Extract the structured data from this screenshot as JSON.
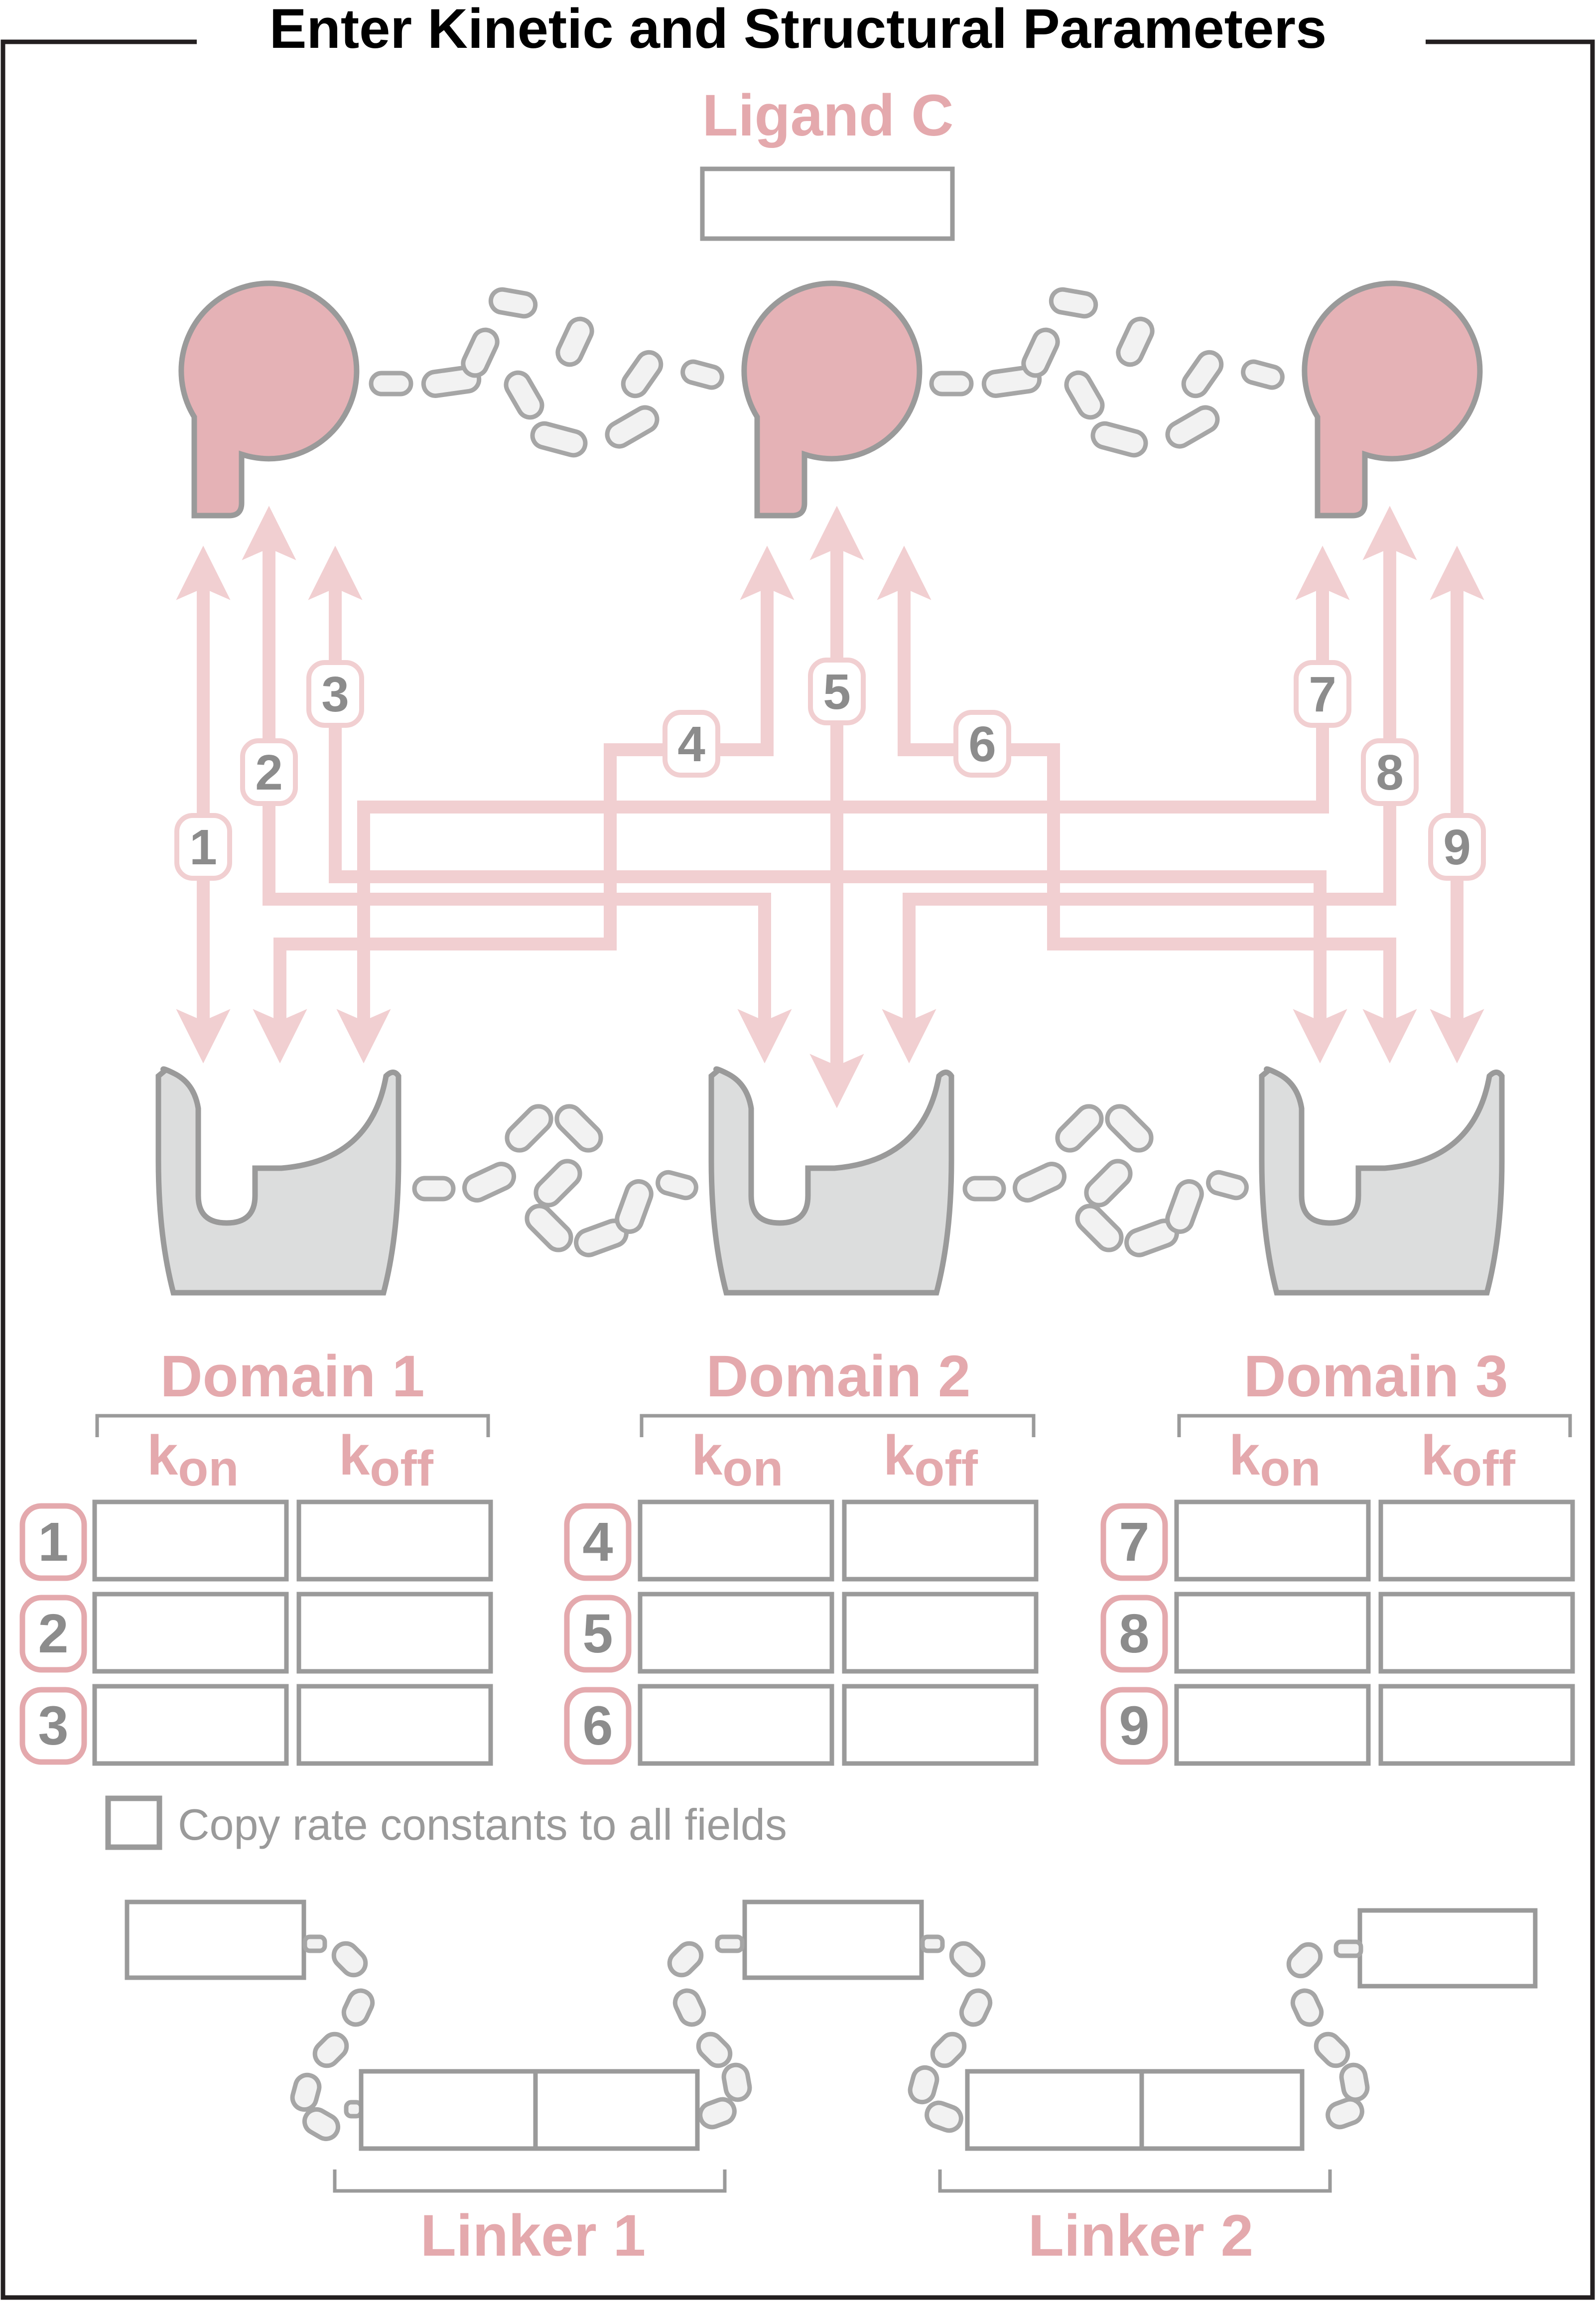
{
  "title": "Enter Kinetic and Structural Parameters",
  "ligand": {
    "label": "Ligand C",
    "input_value": ""
  },
  "domains": [
    {
      "label": "Domain 1",
      "kon_label": "k",
      "kon_sub": "on",
      "koff_label": "k",
      "koff_sub": "off",
      "rows": [
        {
          "num": "1",
          "kon": "",
          "koff": ""
        },
        {
          "num": "2",
          "kon": "",
          "koff": ""
        },
        {
          "num": "3",
          "kon": "",
          "koff": ""
        }
      ]
    },
    {
      "label": "Domain 2",
      "kon_label": "k",
      "kon_sub": "on",
      "koff_label": "k",
      "koff_sub": "off",
      "rows": [
        {
          "num": "4",
          "kon": "",
          "koff": ""
        },
        {
          "num": "5",
          "kon": "",
          "koff": ""
        },
        {
          "num": "6",
          "kon": "",
          "koff": ""
        }
      ]
    },
    {
      "label": "Domain 3",
      "kon_label": "k",
      "kon_sub": "on",
      "koff_label": "k",
      "koff_sub": "off",
      "rows": [
        {
          "num": "7",
          "kon": "",
          "koff": ""
        },
        {
          "num": "8",
          "kon": "",
          "koff": ""
        },
        {
          "num": "9",
          "kon": "",
          "koff": ""
        }
      ]
    }
  ],
  "arrow_numbers": [
    "1",
    "2",
    "3",
    "4",
    "5",
    "6",
    "7",
    "8",
    "9"
  ],
  "copy_checkbox": {
    "label": "Copy rate constants to all fields",
    "checked": false
  },
  "linkers": [
    {
      "label": "Linker 1",
      "value_a": "",
      "value_b": ""
    },
    {
      "label": "Linker 2",
      "value_a": "",
      "value_b": ""
    }
  ],
  "colors": {
    "ligand_fill": "#e5b2b6",
    "domain_fill": "#dcdddd",
    "outline": "#9a9a9a",
    "arrow": "#f1cfd1",
    "label_pink": "#e4a9ad"
  }
}
